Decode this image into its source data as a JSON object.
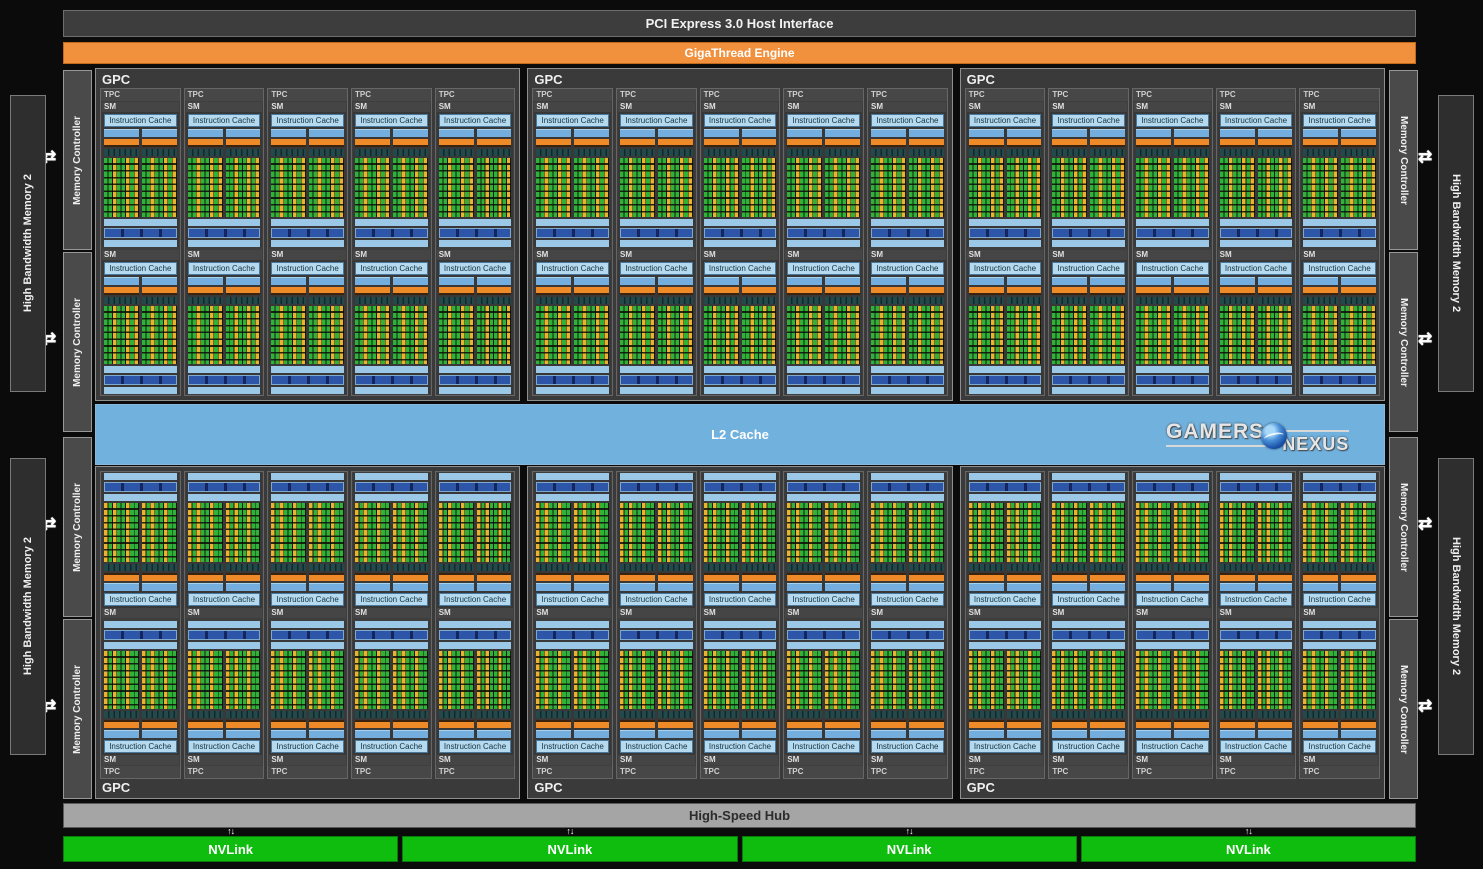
{
  "diagram": {
    "pcie_label": "PCI Express 3.0 Host Interface",
    "gigathread_label": "GigaThread Engine",
    "l2_label": "L2 Cache",
    "hub_label": "High-Speed Hub",
    "nvlink_label": "NVLink",
    "gpc_label": "GPC",
    "tpc_label": "TPC",
    "sm_label": "SM",
    "icache_label": "Instruction Cache",
    "mc_label": "Memory Controller",
    "hbm_label": "High Bandwidth Memory 2"
  },
  "watermark": {
    "left": "GAMERS",
    "right": "NEXUS"
  },
  "structure": {
    "gpc_columns": 3,
    "gpc_rows": 2,
    "tpc_per_gpc": 5,
    "sm_per_tpc": 2,
    "blocks_per_sm": 2,
    "core_rows": 8,
    "core_pattern": [
      "g",
      "g",
      "y",
      "g",
      "g",
      "y",
      "g",
      "y"
    ],
    "nvlink_count": 4,
    "mc_per_side": 4,
    "hbm_per_side": 2
  },
  "colors": {
    "background": "#0b0b0b",
    "host_bar_gray": "#3d3d3d",
    "gigathread_orange": "#f2913d",
    "l2_blue": "#70b1de",
    "hub_gray": "#a5a5a5",
    "nvlink_green": "#0fbd0f",
    "icache_blue": "#b5daef",
    "block_light_blue": "#74aede",
    "block_orange": "#ef8a28",
    "core_green": "#2fb23a",
    "core_yellow": "#eab32d",
    "register_blue": "#2d55a8"
  }
}
